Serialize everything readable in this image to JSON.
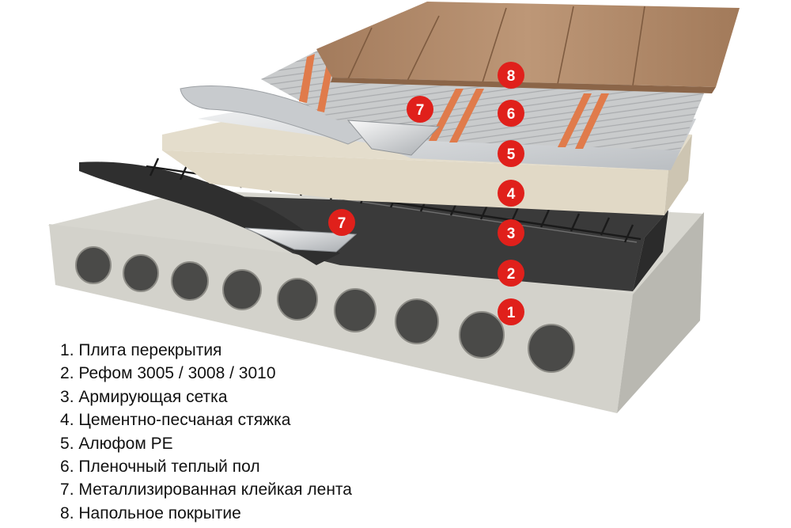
{
  "colors": {
    "badge": "#e0201b",
    "slab": "#d9d9d3",
    "insulation": "#3c3c3c",
    "screed": "#e3dccb",
    "foil": "#d5d8db",
    "heating_film": "#c9cbcc",
    "copper_strip": "#d2691e",
    "wood": "#b08868"
  },
  "layers": [
    {
      "number": "1",
      "name": "Плита перекрытия"
    },
    {
      "number": "2",
      "name": "Рефом 3005 / 3008 / 3010"
    },
    {
      "number": "3",
      "name": "Армирующая сетка"
    },
    {
      "number": "4",
      "name": "Цементно-песчаная стяжка"
    },
    {
      "number": "5",
      "name": "Алюфом PE"
    },
    {
      "number": "6",
      "name": "Пленочный теплый пол"
    },
    {
      "number": "7",
      "name": "Металлизированная клейкая лента"
    },
    {
      "number": "8",
      "name": "Напольное покрытие"
    }
  ],
  "badges": [
    "8",
    "7",
    "6",
    "5",
    "4",
    "3",
    "2",
    "1",
    "7"
  ]
}
